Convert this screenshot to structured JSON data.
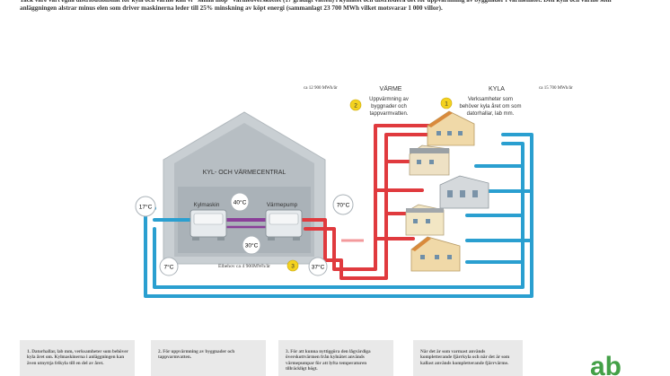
{
  "intro_text": "Tack vare vårt egna distributionsnät för kyla och värme kan vi \"samla ihop\" värmeöverskottet (17 gradigt vatten) i kylnätet och distribuera det för uppvärmning av byggnader i värmenätet. Den kyla och värme som anläggningen alstrar minus elen som driver maskinerna leder till 25% minskning av köpt energi (sammanlagt 23 700 MWh vilket motsvarar 1 000 villor).",
  "plant": {
    "title": "KYL- OCH VÄRMECENTRAL",
    "chiller_label": "Kylmaskin",
    "heatpump_label": "Värmepump",
    "power_label": "Elbehov ca 4 900MWh/år"
  },
  "temperatures": {
    "t_17": "17°C",
    "t_40": "40°C",
    "t_30": "30°C",
    "t_70": "70°C",
    "t_7": "7°C",
    "t_37": "37°C"
  },
  "heat": {
    "title": "VÄRME",
    "amount": "ca 12 900 MWh/år",
    "description_line1": "Uppvärmning av",
    "description_line2": "byggnader och",
    "description_line3": "tappvarmvatten.",
    "color": "#e03a3e"
  },
  "cooling": {
    "title": "KYLA",
    "amount": "ca 15 700 MWh/år",
    "description_line1": "Verksamheter som",
    "description_line2": "behöver kyla året om som",
    "description_line3": "datorhallar, lab mm.",
    "color": "#2a9fd0"
  },
  "markers": {
    "m1": "1",
    "m2": "2",
    "m3": "3",
    "marker_color": "#f4d21f"
  },
  "notes": [
    "1. Datorhallar, lab mm, verksamheter som behöver kyla året om. Kylmaskinerna i anläggningen kan även utnyttja frikyla till en del av året.",
    "2. För uppvärmning av byggnader och tappvarmvatten.",
    "3. För att kunna nyttiggöra den lågvärdiga överskottvärmen från kylnätet används värmepumpar för att lyfta temperaturen tillräckligt högt.",
    "När det är som varmast används kompletterande fjärrkyla och när det är som kallast används kompletterande fjärrvärme."
  ],
  "logo_text": "ab"
}
